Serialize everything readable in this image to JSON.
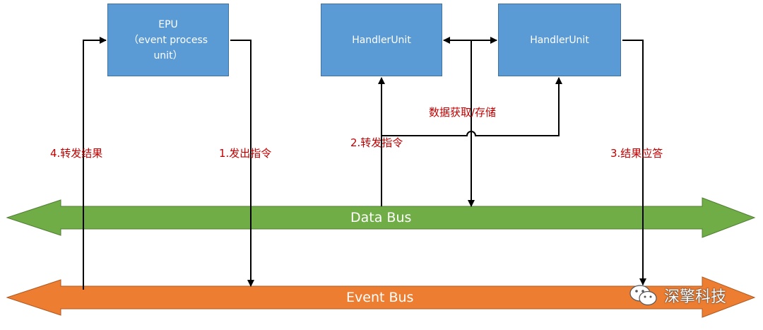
{
  "nodes": {
    "epu": {
      "line1": "EPU",
      "line2": "（event process",
      "line3": "unit）"
    },
    "handler_1": {
      "label": "HandlerUnit"
    },
    "handler_2": {
      "label": "HandlerUnit"
    }
  },
  "edges": {
    "issue_instruction": "1.发出指令",
    "forward_instruction": "2.转发指令",
    "result_response": "3.结果应答",
    "forward_result": "4.转发结果",
    "data_access": "数据获取/存储"
  },
  "buses": {
    "data_bus": "Data Bus",
    "event_bus": "Event Bus"
  },
  "watermark": {
    "text": "深擎科技",
    "icon": "wechat-icon"
  },
  "colors": {
    "box_fill": "#5b9bd5",
    "data_bus": "#70ad47",
    "event_bus": "#ed7d31",
    "label_red": "#c00000"
  }
}
